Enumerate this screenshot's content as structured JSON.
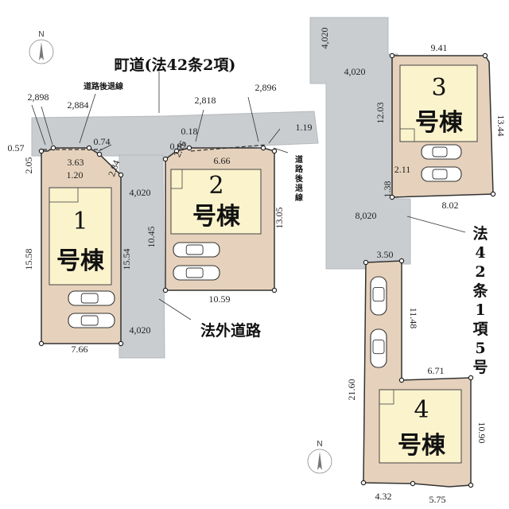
{
  "colors": {
    "road": "#c9cdd0",
    "lot": "#e6d2bc",
    "building": "#fbf3cc",
    "boundary": "#333333"
  },
  "labels": {
    "town_road": "町道(法42条2項)",
    "setback_left": "道路後退線",
    "setback_right": "道路後退線",
    "outside_road": "法外道路",
    "article_road": "法42条1項5号",
    "north": "N"
  },
  "buildings": [
    {
      "num": "1",
      "word": "号棟"
    },
    {
      "num": "2",
      "word": "号棟"
    },
    {
      "num": "3",
      "word": "号棟"
    },
    {
      "num": "4",
      "word": "号棟"
    }
  ],
  "dims": {
    "d2898": "2,898",
    "d2884": "2,884",
    "d057": "0.57",
    "d363": "3.63",
    "d074": "0.74",
    "d205": "2.05",
    "d120": "1.20",
    "d284": "2.84",
    "d1558": "15.58",
    "d1554": "15.54",
    "d766": "7.66",
    "d4020a": "4,020",
    "d4020b": "4,020",
    "d2818": "2,818",
    "d2896": "2,896",
    "d018": "0.18",
    "d092": "0.92",
    "d119": "1.19",
    "d276": "2.76",
    "d666": "6.66",
    "d1045": "10.45",
    "d1305": "13.05",
    "d1059": "10.59",
    "d4020c": "4,020",
    "d4020d": "4,020",
    "d941": "9.41",
    "d1203": "12.03",
    "d1344": "13.44",
    "d211": "2.11",
    "d138": "1.38",
    "d802": "8.02",
    "d8020": "8,020",
    "d350": "3.50",
    "d1148": "11.48",
    "d2160": "21.60",
    "d671": "6.71",
    "d1090": "10.90",
    "d432": "4.32",
    "d575": "5.75"
  }
}
